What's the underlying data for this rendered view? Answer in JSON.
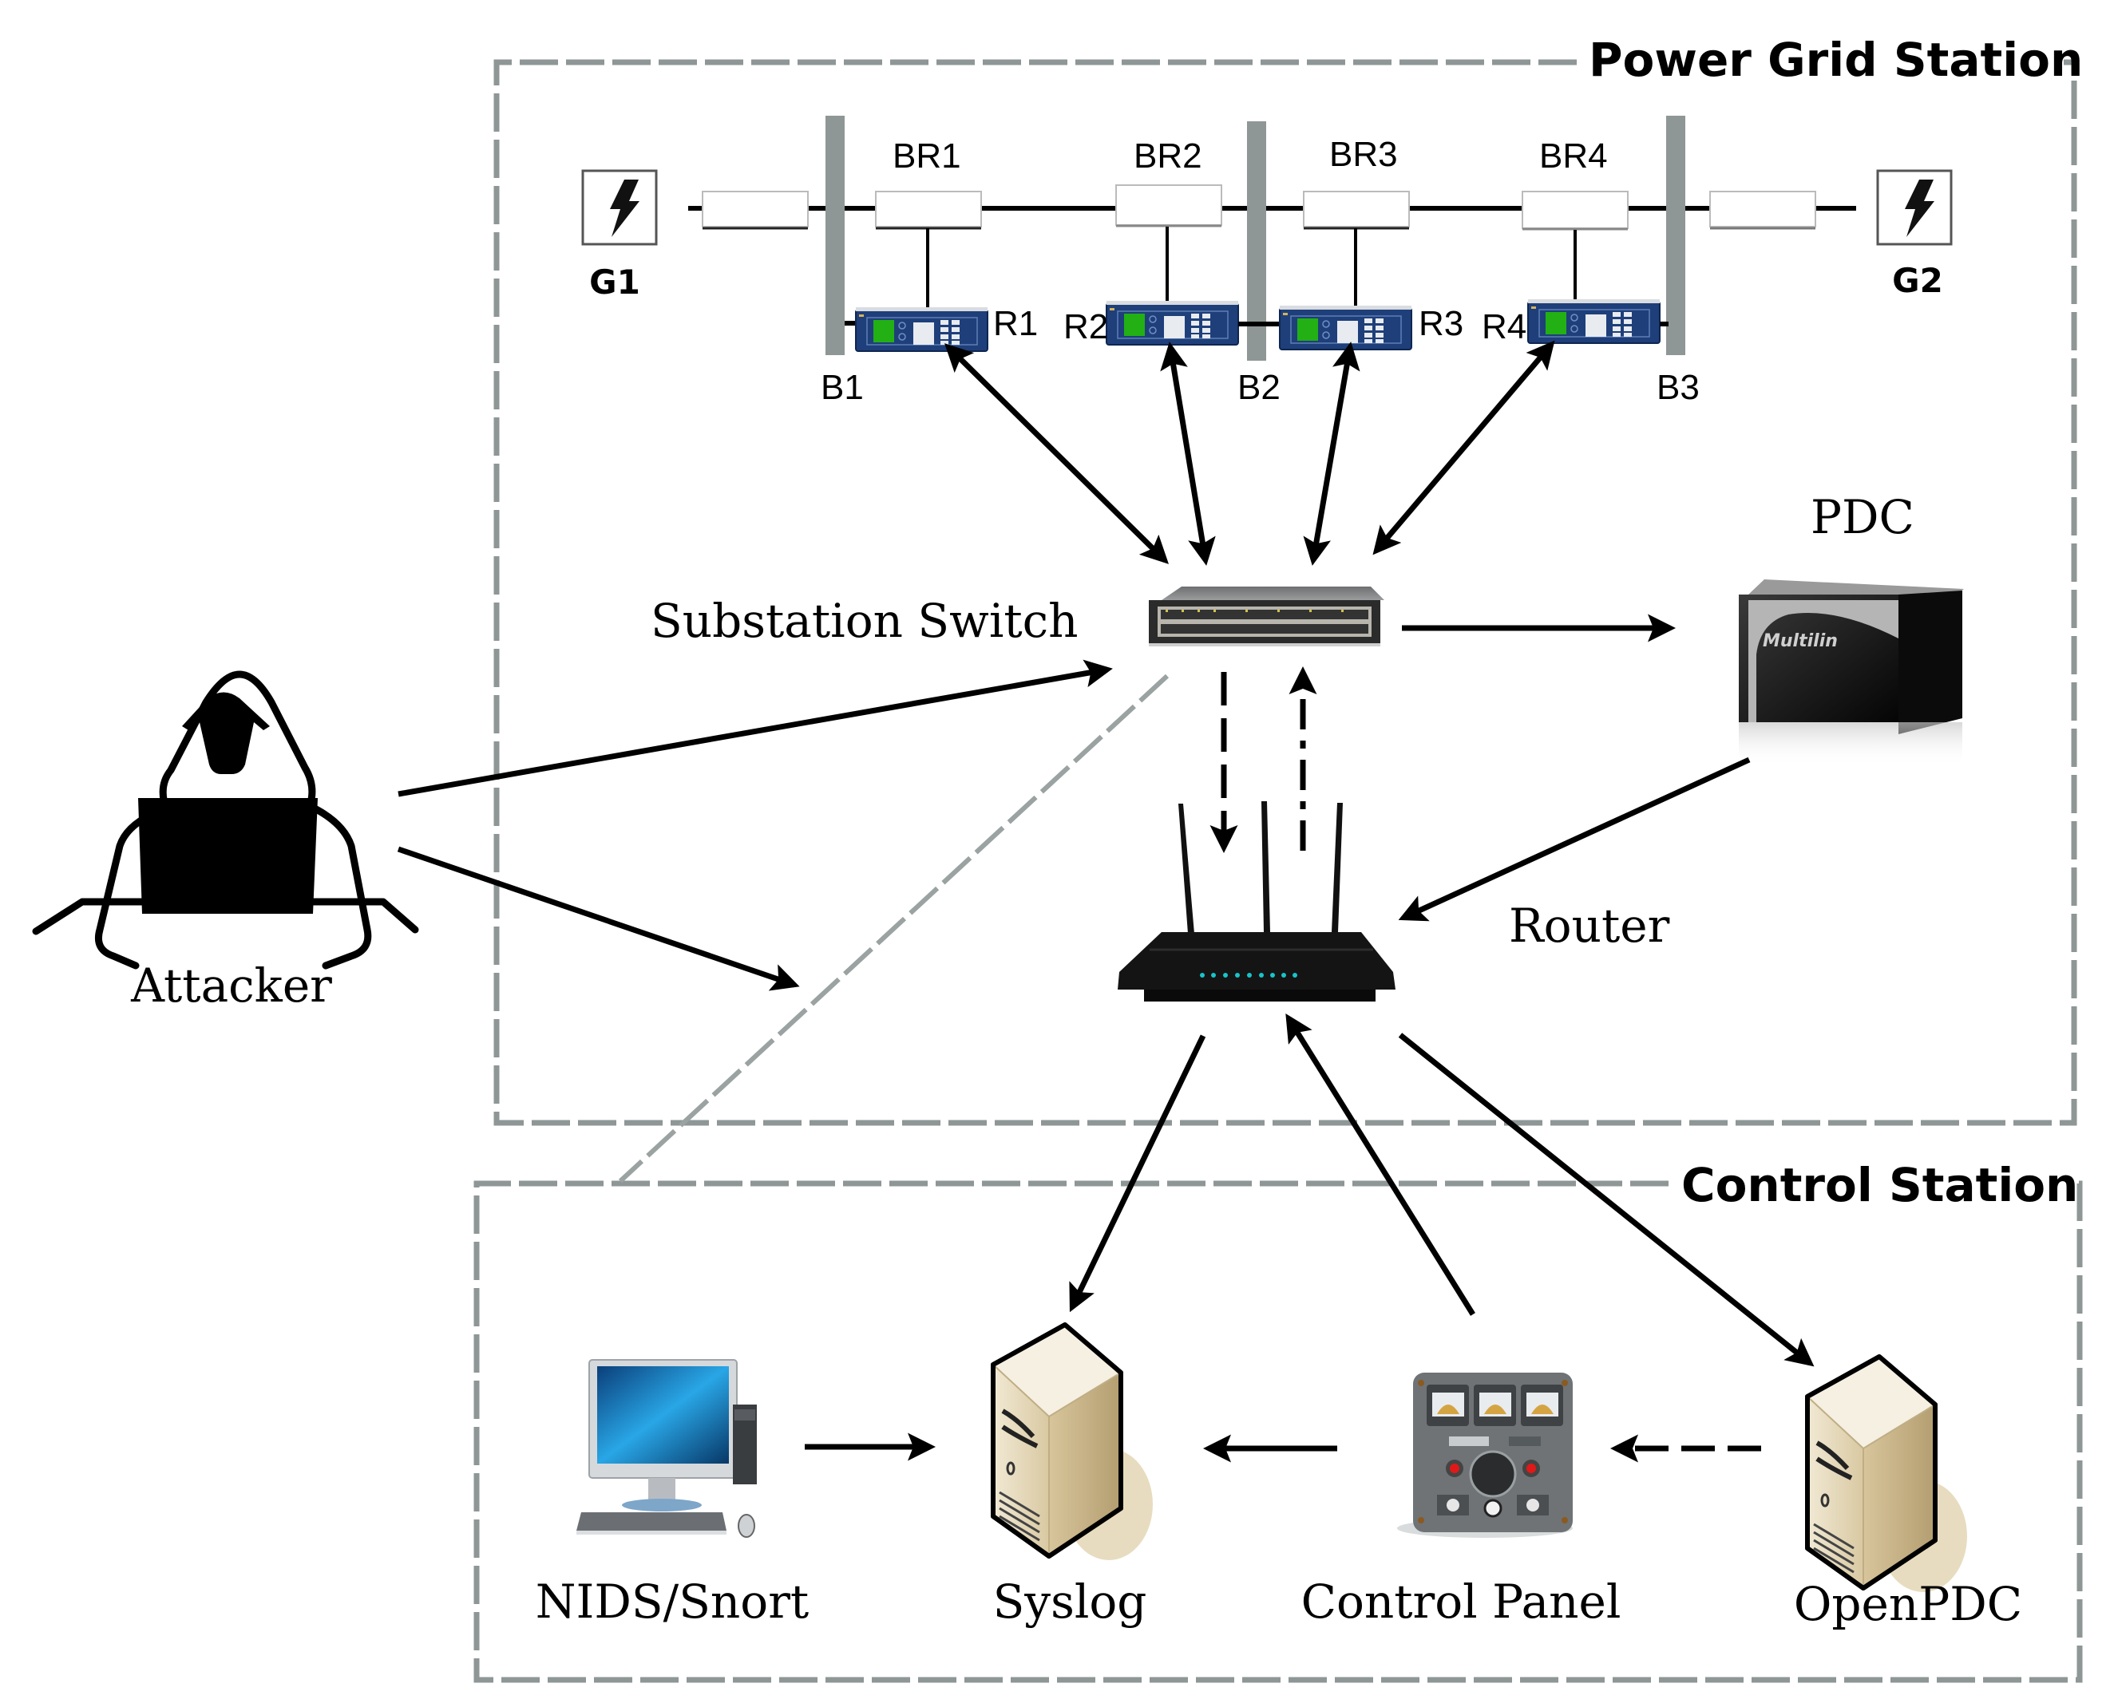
{
  "figure": {
    "zones": [
      {
        "id": "power_grid_station",
        "title": "Power Grid Station"
      },
      {
        "id": "control_station",
        "title": "Control Station"
      }
    ],
    "power_grid": {
      "generators": [
        {
          "id": "G1",
          "label": "G1",
          "icon": "lightning-bolt-icon"
        },
        {
          "id": "G2",
          "label": "G2",
          "icon": "lightning-bolt-icon"
        }
      ],
      "buses": [
        {
          "id": "B1",
          "label": "B1"
        },
        {
          "id": "B2",
          "label": "B2"
        },
        {
          "id": "B3",
          "label": "B3"
        }
      ],
      "breakers": [
        {
          "id": "BR1",
          "label": "BR1"
        },
        {
          "id": "BR2",
          "label": "BR2"
        },
        {
          "id": "BR3",
          "label": "BR3"
        },
        {
          "id": "BR4",
          "label": "BR4"
        }
      ],
      "relays": [
        {
          "id": "R1",
          "label": "R1",
          "icon": "protective-relay-icon"
        },
        {
          "id": "R2",
          "label": "R2",
          "icon": "protective-relay-icon"
        },
        {
          "id": "R3",
          "label": "R3",
          "icon": "protective-relay-icon"
        },
        {
          "id": "R4",
          "label": "R4",
          "icon": "protective-relay-icon"
        }
      ]
    },
    "nodes": {
      "switch": {
        "label": "Substation Switch",
        "icon": "network-switch-icon"
      },
      "pdc": {
        "label": "PDC",
        "icon": "pdc-rack-icon",
        "brand": "Multilin"
      },
      "router": {
        "label": "Router",
        "icon": "wifi-router-icon"
      },
      "attacker": {
        "label": "Attacker",
        "icon": "hooded-hacker-icon"
      },
      "nids": {
        "label": "NIDS/Snort",
        "icon": "desktop-computer-icon"
      },
      "syslog": {
        "label": "Syslog",
        "icon": "server-tower-icon"
      },
      "control_panel": {
        "label": "Control Panel",
        "icon": "control-panel-icon"
      },
      "openpdc": {
        "label": "OpenPDC",
        "icon": "server-tower-icon"
      }
    },
    "edges": [
      {
        "from": "R1",
        "to": "Substation Switch",
        "style": "solid",
        "direction": "bidirectional"
      },
      {
        "from": "R2",
        "to": "Substation Switch",
        "style": "solid",
        "direction": "bidirectional"
      },
      {
        "from": "R3",
        "to": "Substation Switch",
        "style": "solid",
        "direction": "bidirectional"
      },
      {
        "from": "R4",
        "to": "Substation Switch",
        "style": "solid",
        "direction": "bidirectional"
      },
      {
        "from": "Substation Switch",
        "to": "PDC",
        "style": "solid",
        "direction": "forward"
      },
      {
        "from": "Substation Switch",
        "to": "Router",
        "style": "dashed",
        "direction": "forward"
      },
      {
        "from": "Router",
        "to": "Substation Switch",
        "style": "dash-dot",
        "direction": "forward"
      },
      {
        "from": "PDC",
        "to": "Router",
        "style": "solid",
        "direction": "forward"
      },
      {
        "from": "Router",
        "to": "Syslog",
        "style": "solid",
        "direction": "forward"
      },
      {
        "from": "Control Panel",
        "to": "Router",
        "style": "solid",
        "direction": "forward"
      },
      {
        "from": "Router",
        "to": "OpenPDC",
        "style": "solid",
        "direction": "forward"
      },
      {
        "from": "NIDS/Snort",
        "to": "Syslog",
        "style": "solid",
        "direction": "forward"
      },
      {
        "from": "Control Panel",
        "to": "Syslog",
        "style": "solid",
        "direction": "forward"
      },
      {
        "from": "OpenPDC",
        "to": "Control Panel",
        "style": "dashed",
        "direction": "forward"
      },
      {
        "from": "Attacker",
        "to": "Substation Switch",
        "style": "solid",
        "direction": "forward"
      },
      {
        "from": "Attacker",
        "to": "Router link",
        "style": "solid",
        "direction": "forward"
      }
    ],
    "colors": {
      "boundary": "#8e9696",
      "bus": "#8e9696",
      "relay_body": "#1e3f7a",
      "relay_screen": "#22b014",
      "router_led": "#19c3c8",
      "server_beige": "#e3d6b8"
    }
  }
}
